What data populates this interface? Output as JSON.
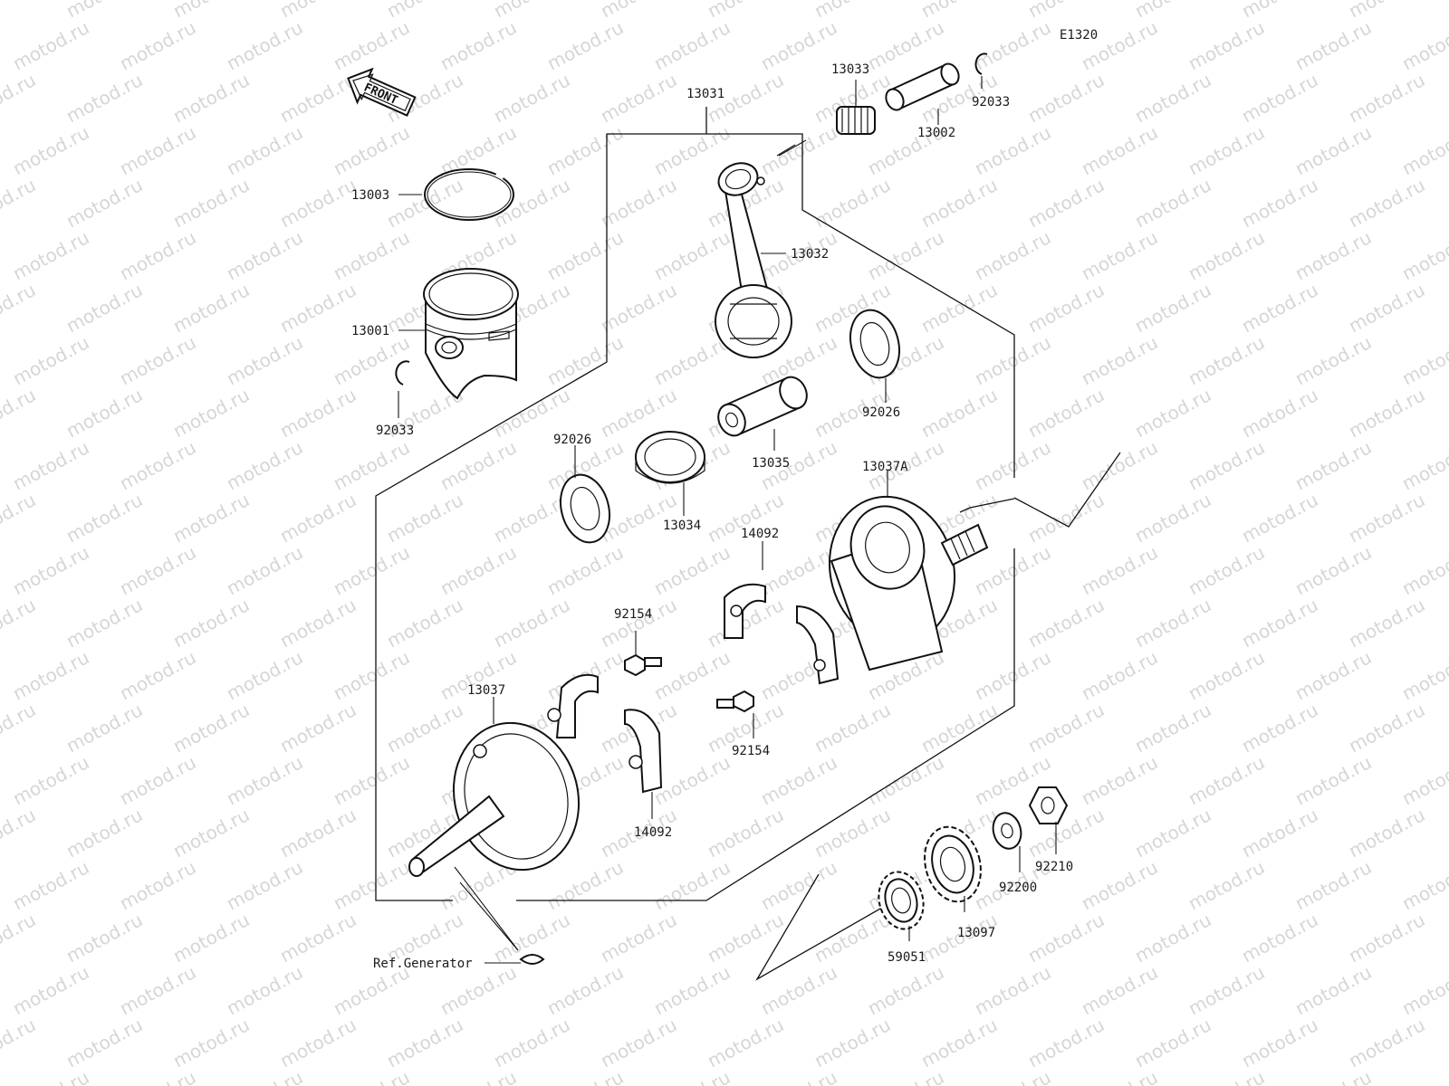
{
  "watermark": "motod.ru",
  "diagram_code": "E1320",
  "front_label": "FRONT",
  "ref_note": "Ref.Generator",
  "parts": {
    "p13031": "13031",
    "p13033": "13033",
    "p92033_top": "92033",
    "p13002": "13002",
    "p13003": "13003",
    "p13032": "13032",
    "p13001": "13001",
    "p92033_left": "92033",
    "p92026_right": "92026",
    "p92026_left": "92026",
    "p13035": "13035",
    "p13034": "13034",
    "p13037A": "13037A",
    "p14092_top": "14092",
    "p92154_top": "92154",
    "p13037": "13037",
    "p92154_bottom": "92154",
    "p14092_bottom": "14092",
    "p92210": "92210",
    "p92200": "92200",
    "p13097": "13097",
    "p59051": "59051"
  },
  "colors": {
    "line": "#111111",
    "watermark": "#d6d6d6",
    "background": "#ffffff"
  }
}
